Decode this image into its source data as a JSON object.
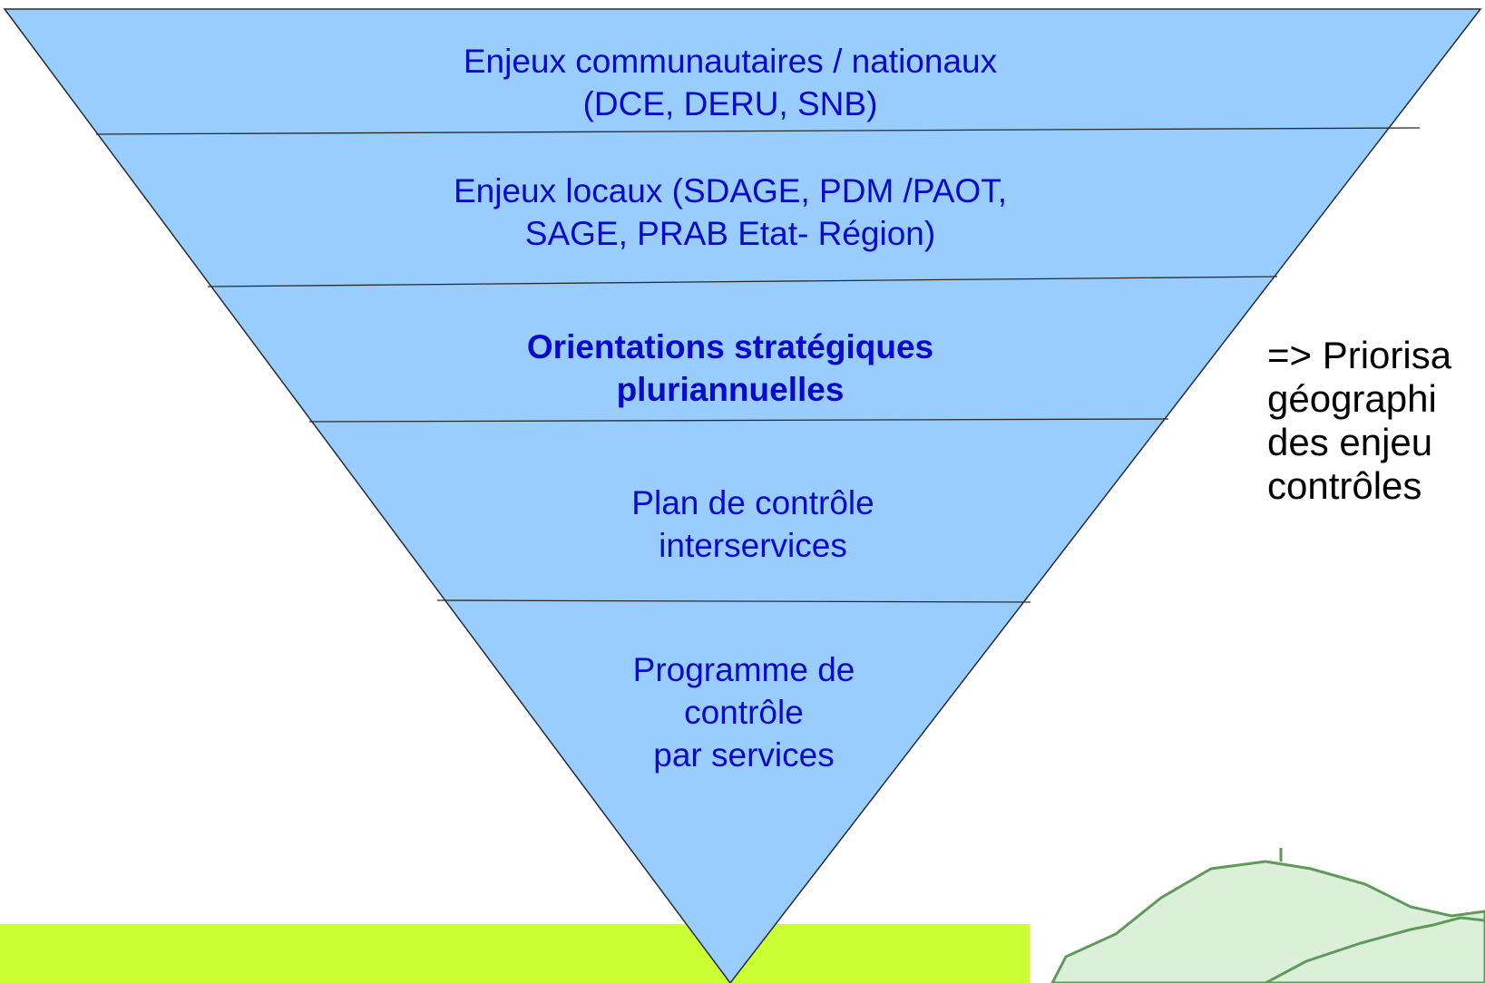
{
  "colors": {
    "pyramid_fill": "#99ccff",
    "pyramid_stroke": "#2b2b2b",
    "label_text": "#0a0acc",
    "band_fill": "#ccff33",
    "hill_fill": "#dcefd9",
    "hill_stroke": "#5f9a5a"
  },
  "pyramid": {
    "levels": [
      {
        "label": "Enjeux communautaires / nationaux\n(DCE, DERU, SNB)",
        "bold": false
      },
      {
        "label": "Enjeux locaux (SDAGE, PDM /PAOT,\nSAGE, PRAB Etat- Région)",
        "bold": false
      },
      {
        "label": "Orientations stratégiques\npluriannuelles",
        "bold": true
      },
      {
        "label": "Plan de contrôle\ninterservices",
        "bold": false
      },
      {
        "label": "Programme de\ncontrôle\npar services",
        "bold": false
      }
    ]
  },
  "side_note": {
    "text": "=> Priorisa\ngéographi\ndes enjeu\ncontrôles"
  },
  "icons": {
    "landscape": "hill-illustration-icon"
  }
}
